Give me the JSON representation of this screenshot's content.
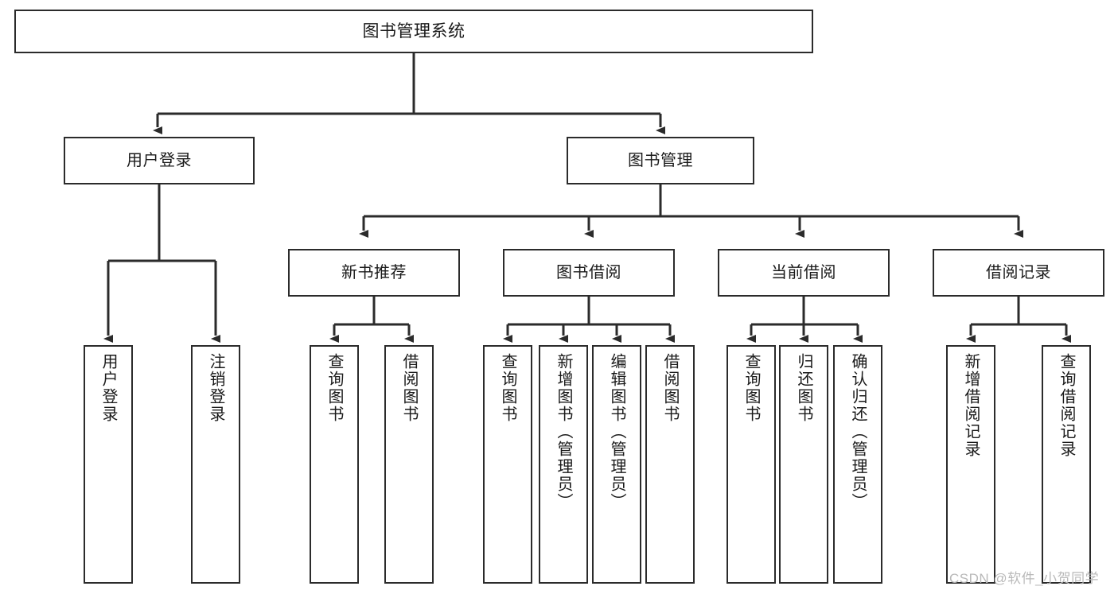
{
  "diagram": {
    "title": "图书管理系统",
    "type": "tree-hierarchy-chart",
    "orientation": "top-down",
    "colors": {
      "box_border": "#2b2b2b",
      "box_fill": "#ffffff",
      "edge": "#2b2b2b",
      "text": "#1a1a1a",
      "watermark": "#b9b9b9",
      "background": "#ffffff"
    }
  },
  "nodes": {
    "root": {
      "label": "图书管理系统"
    },
    "level2": [
      {
        "label": "用户登录"
      },
      {
        "label": "图书管理"
      }
    ],
    "level3": [
      {
        "label": "新书推荐"
      },
      {
        "label": "图书借阅"
      },
      {
        "label": "当前借阅"
      },
      {
        "label": "借阅记录"
      }
    ],
    "leaves": {
      "user_login": [
        {
          "label": "用户登录"
        },
        {
          "label": "注销登录"
        }
      ],
      "new_book_recommend": [
        {
          "label": "查询图书"
        },
        {
          "label": "借阅图书"
        }
      ],
      "book_borrow": [
        {
          "label": "查询图书"
        },
        {
          "label": "新增图书（管理员）"
        },
        {
          "label": "编辑图书（管理员）"
        },
        {
          "label": "借阅图书"
        }
      ],
      "current_borrow": [
        {
          "label": "查询图书"
        },
        {
          "label": "归还图书"
        },
        {
          "label": "确认归还（管理员）"
        }
      ],
      "borrow_record": [
        {
          "label": "新增借阅记录"
        },
        {
          "label": "查询借阅记录"
        }
      ]
    }
  },
  "watermark": {
    "text": "CSDN @软件_小贺同学"
  }
}
